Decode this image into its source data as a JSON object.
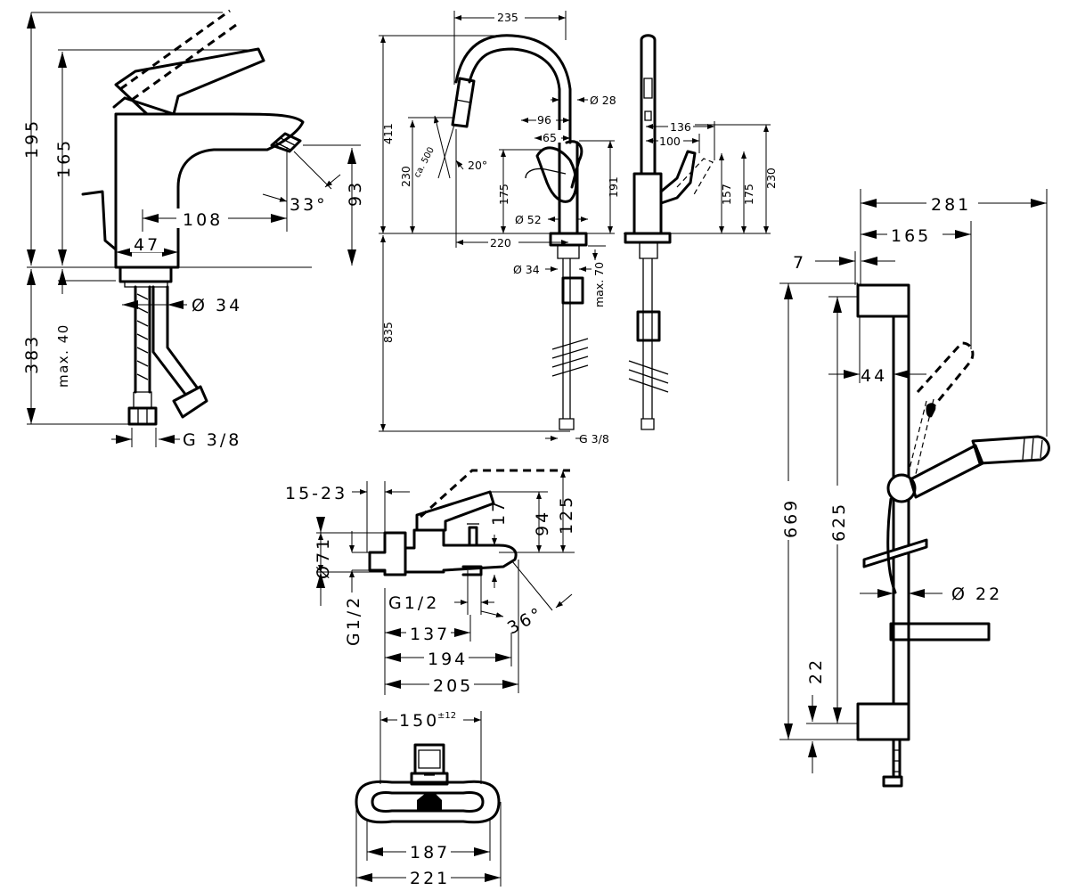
{
  "views": {
    "basin_mixer": {
      "dims": {
        "overall_height": "195",
        "spout_height": "165",
        "below_deck": "383",
        "max_deck": "max. 40",
        "reach": "108",
        "base_width": "47",
        "outlet_height": "93",
        "spray_angle": "33°",
        "shank_diameter": "Ø 34",
        "connection": "G 3/8"
      }
    },
    "kitchen_mixer": {
      "dims": {
        "width": "235",
        "spout_tube": "Ø 28",
        "pullout_length": "ca. 500",
        "angle": "20°",
        "total_height": "411",
        "spout_height": "230",
        "lever_96": "96",
        "lever_65": "65",
        "h175": "175",
        "h191": "191",
        "body_diameter": "Ø 52",
        "reach": "220",
        "under_height": "835",
        "shank_diameter": "Ø 34",
        "max_deck": "max. 70",
        "connection": "G 3/8"
      }
    },
    "kitchen_side": {
      "dims": {
        "w136": "136",
        "w100": "100",
        "h157": "157",
        "h175": "175",
        "h230": "230"
      }
    },
    "bath_mixer": {
      "dims": {
        "wall_offset": "15-23",
        "diameter": "Ø71",
        "thread": "G1/2",
        "spout_thread": "G1/2",
        "spout_drop": "17",
        "h94": "94",
        "h125": "125",
        "angle": "36°",
        "w137": "137",
        "w194": "194",
        "w205": "205"
      }
    },
    "bath_front": {
      "dims": {
        "centres": "150",
        "tolerance": "±12",
        "w187": "187",
        "w221": "221"
      }
    },
    "shower_set": {
      "dims": {
        "w281": "281",
        "w165": "165",
        "w7": "7",
        "w44": "44",
        "h669": "669",
        "h625": "625",
        "rail_diameter": "Ø 22",
        "h22": "22"
      }
    }
  }
}
